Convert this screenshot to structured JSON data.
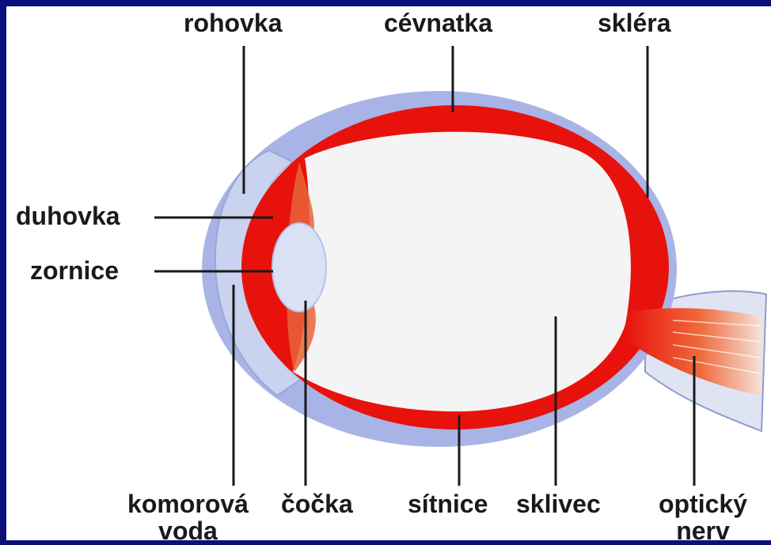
{
  "labels": {
    "rohovka": "rohovka",
    "cevnatka": "cévnatka",
    "sklera": "skléra",
    "duhovka": "duhovka",
    "zornice": "zornice",
    "komorova_voda": [
      "komorová",
      "voda"
    ],
    "cocka": "čočka",
    "sitnice": "sítnice",
    "sklivec": "sklivec",
    "opticky_nerv": [
      "optický",
      "nerv"
    ]
  },
  "colors": {
    "background": "#0b0f7a",
    "panel": "#ffffff",
    "sclera_blue": "#a9b4e6",
    "choroid_red": "#e8120c",
    "vitreous": "#f4f4f4",
    "lens": "#d9e2f4",
    "iris": "#e8643a"
  }
}
